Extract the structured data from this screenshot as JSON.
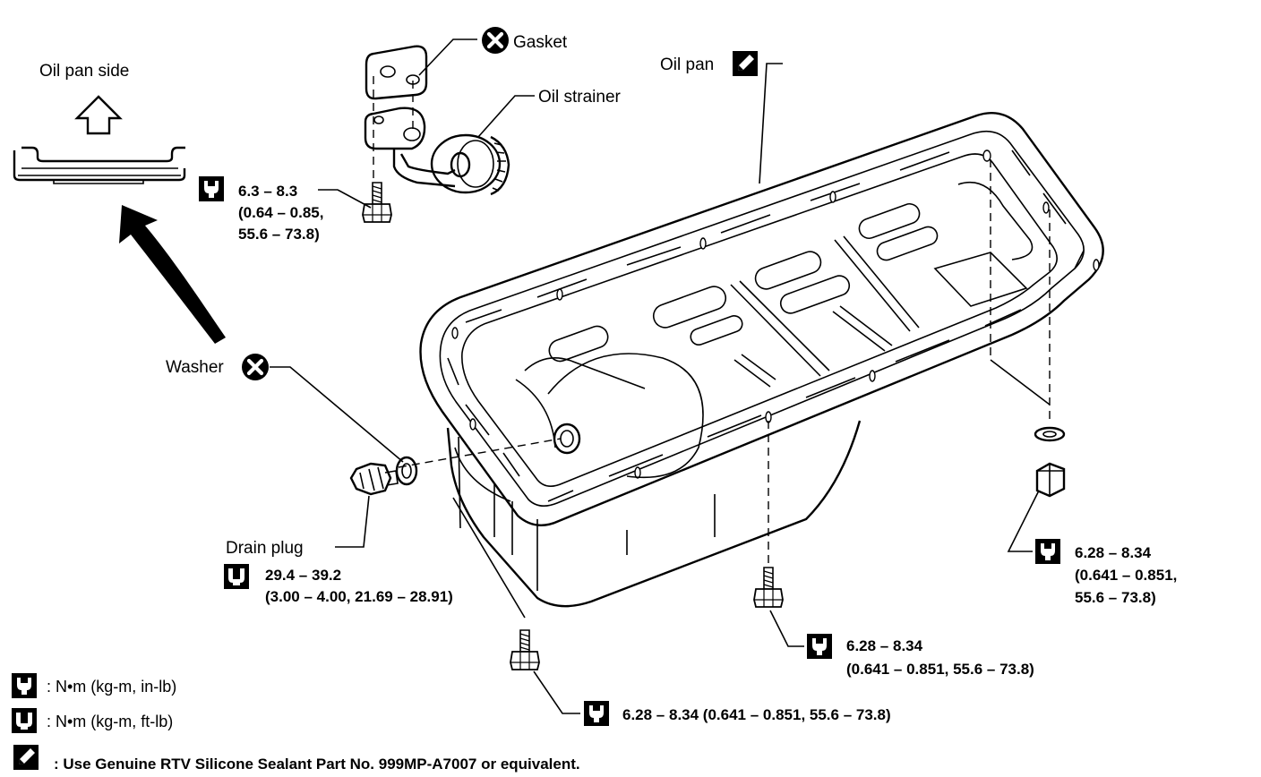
{
  "labels": {
    "oil_pan_side": "Oil pan side",
    "gasket": "Gasket",
    "oil_strainer": "Oil strainer",
    "oil_pan": "Oil pan",
    "washer": "Washer",
    "drain_plug": "Drain plug"
  },
  "torques": {
    "strainer_bolt": {
      "line1": "6.3 – 8.3",
      "line2": "(0.64 – 0.85,",
      "line3": "55.6 – 73.8)"
    },
    "drain_plug": {
      "line1": "29.4 – 39.2",
      "line2": "(3.00 – 4.00, 21.69 – 28.91)"
    },
    "right_nut": {
      "line1": "6.28 – 8.34",
      "line2": "(0.641 – 0.851,",
      "line3": "55.6 – 73.8)"
    },
    "center_bolt": {
      "line1": "6.28 – 8.34",
      "line2": "(0.641 – 0.851, 55.6 – 73.8)"
    },
    "front_bolt": {
      "line1": "6.28 – 8.34 (0.641 – 0.851, 55.6 – 73.8)"
    }
  },
  "legend": {
    "in_lb": ": N•m (kg-m, in-lb)",
    "ft_lb": ": N•m (kg-m, ft-lb)",
    "sealant": ": Use Genuine RTV Silicone Sealant Part No. 999MP-A7007 or equivalent."
  },
  "icons": {
    "replace": "x-circle-icon",
    "torque_in_lb": "wrench-in-lb-icon",
    "torque_ft_lb": "wrench-ft-lb-icon",
    "sealant": "sealant-pencil-icon"
  }
}
